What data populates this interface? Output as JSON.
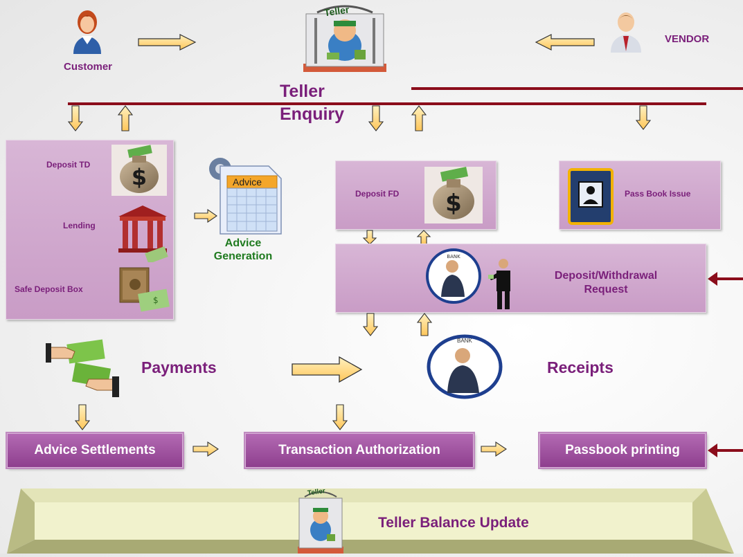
{
  "actors": {
    "customer": "Customer",
    "vendor": "VENDOR",
    "teller_sign": "Teller"
  },
  "teller_enquiry": {
    "line1": "Teller",
    "line2": "Enquiry"
  },
  "left_panel": {
    "deposit_td": "Deposit TD",
    "lending": "Lending",
    "safe_deposit_box": "Safe Deposit Box"
  },
  "advice": {
    "doc_label": "Advice",
    "line1": "Advice",
    "line2": "Generation"
  },
  "deposit_fd": "Deposit FD",
  "pass_book_issue": "Pass Book Issue",
  "dw_request": {
    "line1": "Deposit/Withdrawal",
    "line2": "Request",
    "bank_badge": "BANK"
  },
  "payments": "Payments",
  "receipts": "Receipts",
  "receipts_bank_badge": "BANK",
  "buttons": {
    "advice_settlements": "Advice Settlements",
    "transaction_authorization": "Transaction Authorization",
    "passbook_printing": "Passbook printing"
  },
  "footer": {
    "title": "Teller Balance Update",
    "teller_sign": "Teller"
  },
  "colors": {
    "accent_purple": "#7a1f7a",
    "line_red": "#8b0d1b",
    "arrow_fill": "#ffd978",
    "green_text": "#1f7a1f"
  }
}
